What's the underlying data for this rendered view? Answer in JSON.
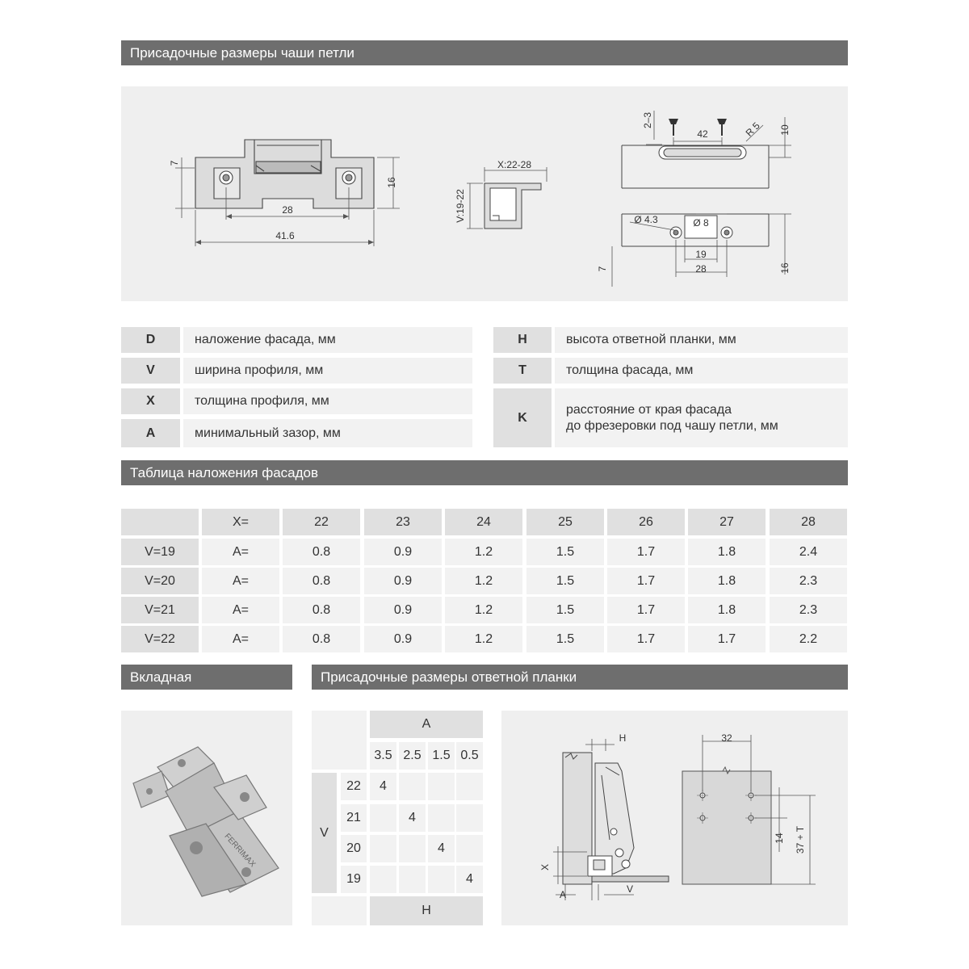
{
  "sections": {
    "cup_drilling": "Присадочные размеры чаши петли",
    "overlay_table": "Таблица наложения фасадов",
    "inset": "Вкладная",
    "plate_drilling": "Присадочные размеры ответной планки"
  },
  "drawing1": {
    "d7": "7",
    "d16": "16",
    "d28": "28",
    "d41": "41.6"
  },
  "drawing2": {
    "x": "X:22-28",
    "v": "V:19-22"
  },
  "drawing3": {
    "d23": "2–3",
    "d42": "42",
    "r5": "R 5",
    "d10": "10",
    "phi43": "Ø 4.3",
    "phi8": "Ø 8",
    "d19": "19",
    "d28": "28",
    "d7": "7",
    "d16": "16"
  },
  "legend_left": [
    {
      "key": "D",
      "text": "наложение фасада, мм"
    },
    {
      "key": "V",
      "text": "ширина профиля, мм"
    },
    {
      "key": "X",
      "text": "толщина профиля, мм"
    },
    {
      "key": "A",
      "text": "минимальный зазор, мм"
    }
  ],
  "legend_right": [
    {
      "key": "H",
      "text": "высота ответной планки, мм"
    },
    {
      "key": "T",
      "text": "толщина фасада, мм"
    },
    {
      "key": "K",
      "text": "расстояние от края фасада",
      "text2": "до фрезеровки под чашу петли, мм"
    }
  ],
  "overlay": {
    "x_label": "X=",
    "x_values": [
      "22",
      "23",
      "24",
      "25",
      "26",
      "27",
      "28"
    ],
    "a_label": "A=",
    "rows": [
      {
        "v": "V=19",
        "a": [
          "0.8",
          "0.9",
          "1.2",
          "1.5",
          "1.7",
          "1.8",
          "2.4"
        ]
      },
      {
        "v": "V=20",
        "a": [
          "0.8",
          "0.9",
          "1.2",
          "1.5",
          "1.7",
          "1.8",
          "2.3"
        ]
      },
      {
        "v": "V=21",
        "a": [
          "0.8",
          "0.9",
          "1.2",
          "1.5",
          "1.7",
          "1.8",
          "2.3"
        ]
      },
      {
        "v": "V=22",
        "a": [
          "0.8",
          "0.9",
          "1.2",
          "1.5",
          "1.7",
          "1.7",
          "2.2"
        ]
      }
    ]
  },
  "plate": {
    "a_label": "A",
    "v_label": "V",
    "h_label": "H",
    "a_values": [
      "3.5",
      "2.5",
      "1.5",
      "0.5"
    ],
    "v_values": [
      "22",
      "21",
      "20",
      "19"
    ],
    "h_values": [
      "4",
      "4",
      "4",
      "4"
    ]
  },
  "drawing4": {
    "h": "H",
    "x": "X",
    "a": "A",
    "v": "V"
  },
  "drawing5": {
    "d32": "32",
    "d14": "14",
    "d37t": "37 + T"
  },
  "hinge_brand": "FERRIMAX"
}
